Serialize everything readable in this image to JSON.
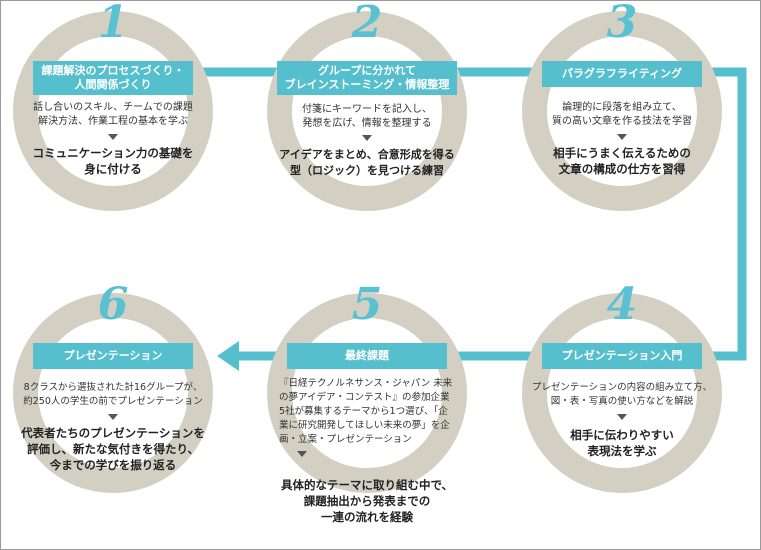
{
  "steps": [
    {
      "number": "1",
      "label": "課題解決のプロセスづくり・\n人間関係づくり",
      "description": "話し合いのスキル、チームでの課題\n解決方法、作業工程の基本を学ぶ",
      "result": "コミュニケーション力の基礎を\n身に付ける"
    },
    {
      "number": "2",
      "label": "グループに分かれて\nブレインストーミング・情報整理",
      "description": "付箋にキーワードを記入し、\n発想を広げ、情報を整理する",
      "result": "アイデアをまとめ、合意形成を得る\n型（ロジック）を見つける練習"
    },
    {
      "number": "3",
      "label": "パラグラフライティング",
      "description": "論理的に段落を組み立て、\n質の高い文章を作る技法を学習",
      "result": "相手にうまく伝えるための\n文章の構成の仕方を習得"
    },
    {
      "number": "4",
      "label": "プレゼンテーション入門",
      "description": "プレゼンテーションの内容の組み立て方、\n図・表・写真の使い方などを解説",
      "result": "相手に伝わりやすい\n表現法を学ぶ"
    },
    {
      "number": "5",
      "label": "最終課題",
      "description": "『日経テクノルネサンス・ジャパン 未来\nの夢アイデア・コンテスト』の参加企業\n5社が募集するテーマから1つ選び、「企\n業に研究開発してほしい未来の夢」を企\n画・立案・プレゼンテーション",
      "result": "具体的なテーマに取り組む中で、\n課題抽出から発表までの\n一連の流れを経験"
    },
    {
      "number": "6",
      "label": "プレゼンテーション",
      "description": "8クラスから選抜された計16グループが、\n約250人の学生の前でプレゼンテーション",
      "result": "代表者たちのプレゼンテーションを\n評価し、新たな気付きを得たり、\n今までの学びを振り返る"
    }
  ],
  "colors": {
    "accent": "#55bfcd",
    "number": "#59c1d1",
    "ring": "#d3d0c3",
    "connector": "#55bfcd"
  }
}
